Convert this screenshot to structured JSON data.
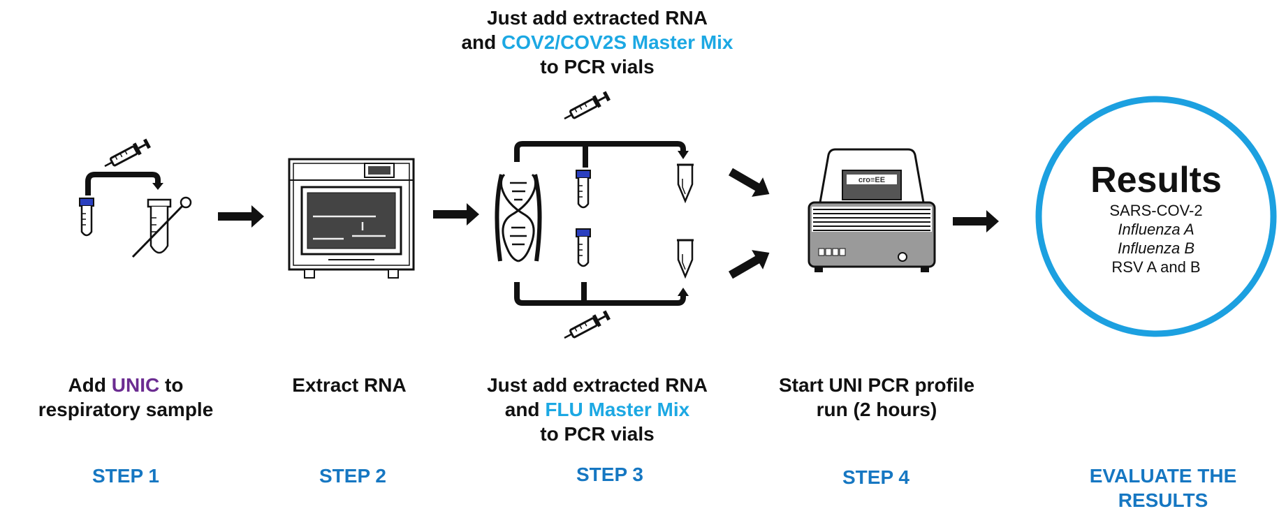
{
  "top_caption": {
    "line1": "Just add extracted RNA",
    "line2_prefix": "and ",
    "line2_highlight": "COV2/COV2S Master Mix",
    "line3": "to PCR vials"
  },
  "steps": [
    {
      "caption_prefix": "Add ",
      "caption_highlight": "UNIC",
      "caption_suffix": " to",
      "caption_line2": "respiratory sample",
      "label": "STEP 1"
    },
    {
      "caption_line1": "Extract RNA",
      "label": "STEP 2"
    },
    {
      "caption_line1": "Just add extracted RNA",
      "caption_line2_prefix": "and ",
      "caption_line2_highlight": "FLU Master Mix",
      "caption_line3": "to PCR vials",
      "label": "STEP 3"
    },
    {
      "caption_line1": "Start UNI PCR profile",
      "caption_line2": "run (2 hours)",
      "label": "STEP 4"
    },
    {
      "label_line1": "EVALUATE THE",
      "label_line2": "RESULTS"
    }
  ],
  "results": {
    "title": "Results",
    "items": [
      "SARS-COV-2",
      "Influenza A",
      "Influenza B",
      "RSV A and B"
    ]
  },
  "device": {
    "brand": "cro≡EE"
  },
  "colors": {
    "step_blue": "#1677C2",
    "highlight_cyan": "#1CA8E3",
    "highlight_purple": "#6B2C91",
    "ring_blue": "#1CA0E0",
    "tube_cap": "#2A3FBF"
  }
}
